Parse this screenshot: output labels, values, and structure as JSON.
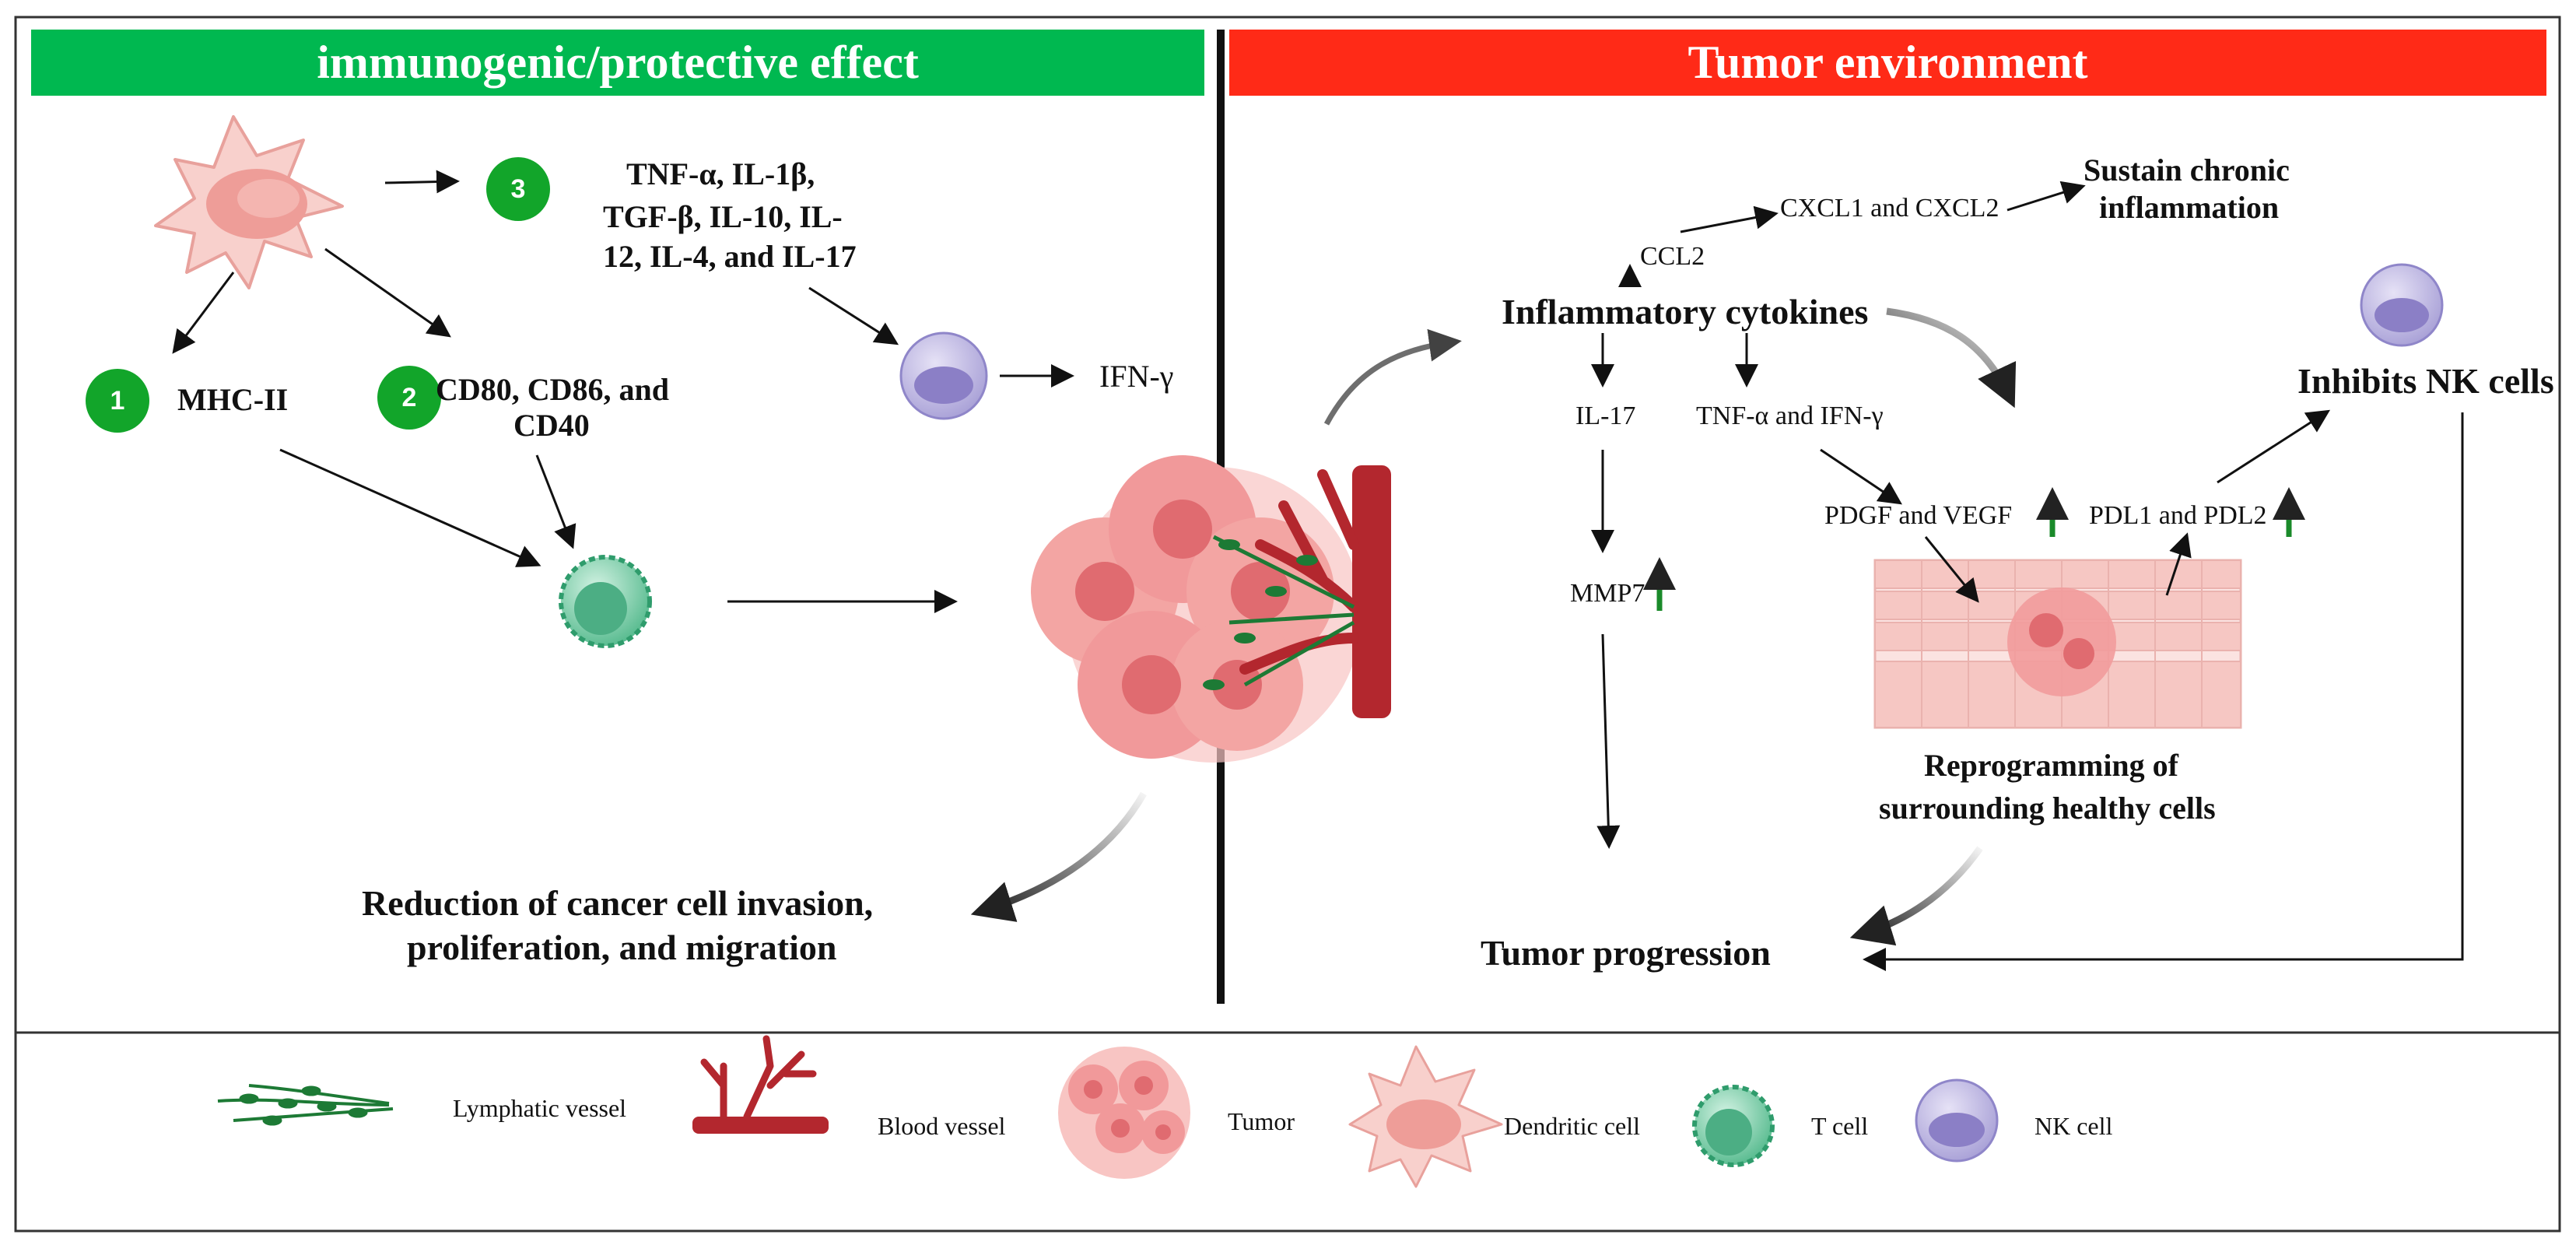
{
  "left_panel": {
    "header": "immunogenic/protective effect",
    "header_color": "#00b850",
    "badges": [
      "1",
      "2",
      "3"
    ],
    "mhc": "MHC-II",
    "costim": [
      "CD80, CD86, and",
      "CD40"
    ],
    "cytokines": [
      "TNF-α, IL-1β,",
      "TGF-β, IL-10, IL-",
      "12, IL-4, and IL-17"
    ],
    "ifn": "IFN-γ",
    "outcome": [
      "Reduction of cancer cell invasion,",
      "proliferation, and migration"
    ]
  },
  "right_panel": {
    "header": "Tumor environment",
    "header_color": "#ff2a17",
    "ccl2": "CCL2",
    "cxcl": "CXCL1 and CXCL2",
    "sustain": [
      "Sustain chronic",
      "inflammation"
    ],
    "inflam": "Inflammatory cytokines",
    "il17": "IL-17",
    "tnf_ifn": "TNF-α and  IFN-γ",
    "pdgf": "PDGF and VEGF",
    "pdl": "PDL1 and PDL2",
    "mmp7": "MMP7",
    "inhibits": "Inhibits NK cells",
    "reprog": [
      "Reprogramming of",
      "surrounding healthy cells"
    ],
    "progression": "Tumor progression"
  },
  "legend": {
    "lymphatic": "Lymphatic  vessel",
    "blood": "Blood vessel",
    "tumor": "Tumor",
    "dendritic": "Dendritic cell",
    "tcell": "T cell",
    "nk": "NK cell"
  },
  "icons": [
    "dendritic-cell-icon",
    "t-cell-icon",
    "nk-cell-icon",
    "tumor-icon",
    "blood-vessel-icon",
    "lymphatic-vessel-icon",
    "epithelium-icon",
    "up-arrow-icon"
  ],
  "colors": {
    "up_arrow": "#1a8a2a",
    "badge": "#12a52a",
    "blood_vessel": "#b3272e",
    "lymph": "#1d7a35",
    "tumor": "#f08a8a",
    "nk": "#a49ad8",
    "tcell": "#6cc8a0",
    "dc": "#f5b8b4"
  }
}
